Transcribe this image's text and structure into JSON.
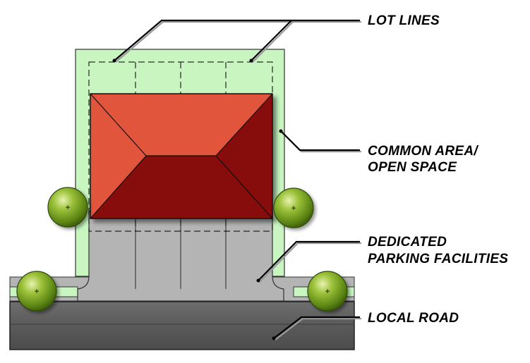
{
  "labels": {
    "lot_lines": "LOT LINES",
    "common_area_line1": "COMMON AREA/",
    "common_area_line2": "OPEN SPACE",
    "parking_line1": "DEDICATED",
    "parking_line2": "PARKING FACILITIES",
    "local_road": "LOCAL ROAD"
  },
  "colors": {
    "open_space": "#c8f5c0",
    "roof_light": "#e0553b",
    "roof_dark": "#870d0e",
    "parking": "#b4b4b4",
    "road": "#5e5e5e",
    "tree": "#6e9a1e"
  }
}
